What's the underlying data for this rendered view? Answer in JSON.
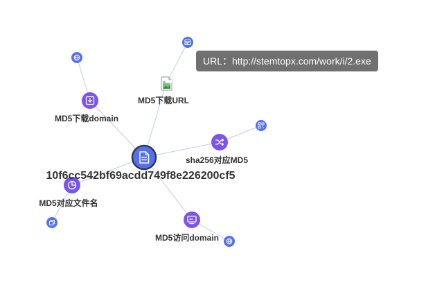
{
  "graph": {
    "center": {
      "label": "10f6cc542bf69acdd749f8e226200cf5",
      "icon": "file-document-icon"
    },
    "nodes": [
      {
        "id": "md5-download-domain",
        "label": "MD5下载domain",
        "icon": "download-icon"
      },
      {
        "id": "md5-download-url",
        "label": "MD5下载URL",
        "icon": "broken-image-icon"
      },
      {
        "id": "sha256-to-md5",
        "label": "sha256对应MD5",
        "icon": "shuffle-icon"
      },
      {
        "id": "md5-to-filename",
        "label": "MD5对应文件名",
        "icon": "pie-chart-icon"
      },
      {
        "id": "md5-visit-domain",
        "label": "MD5访问domain",
        "icon": "monitor-icon"
      }
    ],
    "leaves": [
      {
        "id": "leaf-domain-globe",
        "icon": "globe-icon"
      },
      {
        "id": "leaf-url-webpage",
        "icon": "webpage-icon"
      },
      {
        "id": "leaf-sha256-qrcode",
        "icon": "qrcode-icon"
      },
      {
        "id": "leaf-filename-copy",
        "icon": "copy-icon"
      },
      {
        "id": "leaf-visit-globe",
        "icon": "globe-icon"
      }
    ],
    "colors": {
      "center_fill": "#5470f0",
      "category_fill": "#7b54ee",
      "leaf_fill": "#5470f0",
      "edge": "#b9cfe6"
    }
  },
  "tooltip": {
    "text": "URL：http://stemtopx.com/work/i/2.exe"
  }
}
